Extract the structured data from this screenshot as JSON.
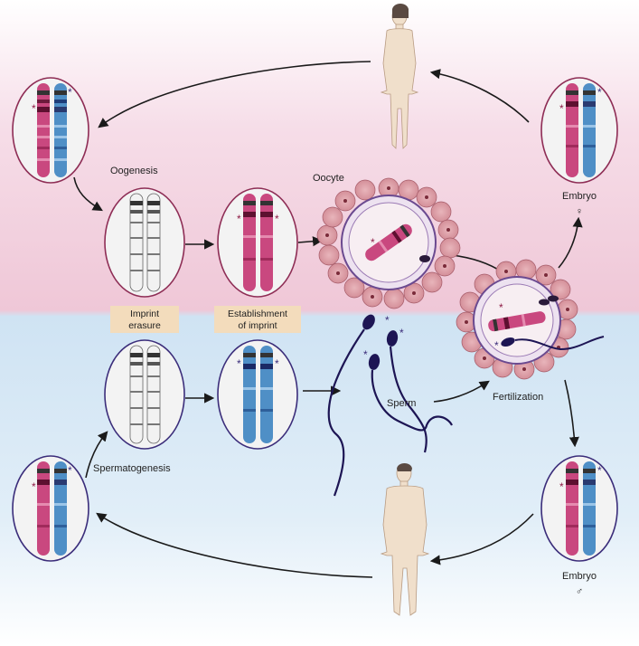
{
  "labels": {
    "oogenesis": "Oogenesis",
    "oocyte": "Oocyte",
    "imprint_erasure_l1": "Imprint",
    "imprint_erasure_l2": "erasure",
    "establishment_l1": "Establishment",
    "establishment_l2": "of imprint",
    "sperm": "Sperm",
    "fertilization": "Fertilization",
    "spermatogenesis": "Spermatogenesis",
    "embryo_female": "Embryo",
    "female_symbol": "♀",
    "embryo_male": "Embryo",
    "male_symbol": "♂"
  },
  "colors": {
    "female_bg": "#efc9d8",
    "male_bg": "#cde3f3",
    "maternal_chromosome": "#c9487f",
    "paternal_chromosome": "#4f8fc6",
    "unmarked_chromosome": "#f2f2f2",
    "female_oval_border": "#8e2d55",
    "male_oval_border": "#3b2d7a",
    "imprint_star": "#8e1b45",
    "sperm": "#1d1554",
    "oocyte_cells": "#dda0a8",
    "label_box": "#f3dcbc"
  }
}
